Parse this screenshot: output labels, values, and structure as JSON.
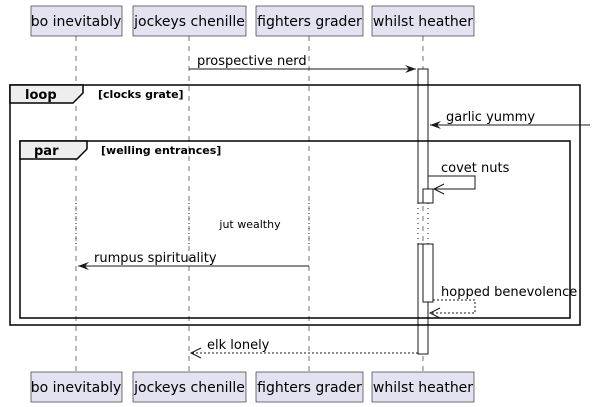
{
  "participants": [
    {
      "name": "bo inevitably"
    },
    {
      "name": "jockeys chenille"
    },
    {
      "name": "fighters grader"
    },
    {
      "name": "whilst heather"
    }
  ],
  "fragments": {
    "loop": {
      "label": "loop",
      "guard": "[clocks grate]"
    },
    "par": {
      "label": "par",
      "guard": "[welling entrances]"
    }
  },
  "divider": {
    "text": "jut wealthy"
  },
  "messages": [
    {
      "from": "jockeys chenille",
      "to": "whilst heather",
      "label": "prospective nerd",
      "style": "solid"
    },
    {
      "from": "outside",
      "to": "whilst heather",
      "label": "garlic yummy",
      "style": "solid"
    },
    {
      "from": "whilst heather",
      "to": "whilst heather",
      "label": "covet nuts",
      "style": "solid"
    },
    {
      "from": "fighters grader",
      "to": "bo inevitably",
      "label": "rumpus spirituality",
      "style": "solid"
    },
    {
      "from": "whilst heather",
      "to": "whilst heather",
      "label": "hopped benevolence",
      "style": "dashed"
    },
    {
      "from": "whilst heather",
      "to": "jockeys chenille",
      "label": "elk lonely",
      "style": "dashed"
    }
  ]
}
